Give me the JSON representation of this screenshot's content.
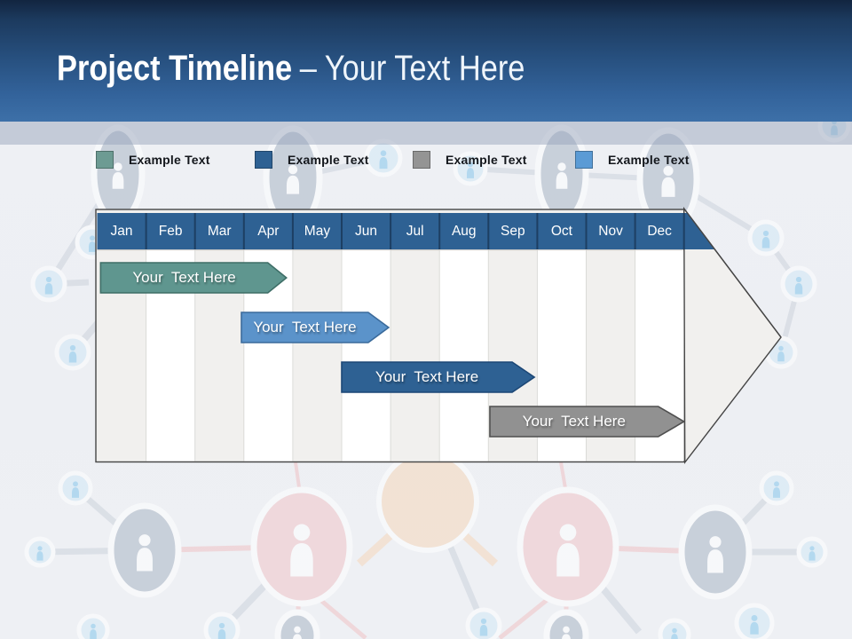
{
  "slide": {
    "title_main": "Project Timeline",
    "title_suffix": "– Your Text Here"
  },
  "legend": {
    "items": [
      {
        "label": "Example Text",
        "color": "#6d9b93"
      },
      {
        "label": "Example Text",
        "color": "#2e6193"
      },
      {
        "label": "Example Text",
        "color": "#949494"
      },
      {
        "label": "Example Text",
        "color": "#5b9bd5"
      }
    ]
  },
  "timeline": {
    "months": [
      "Jan",
      "Feb",
      "Mar",
      "Apr",
      "May",
      "Jun",
      "Jul",
      "Aug",
      "Sep",
      "Oct",
      "Nov",
      "Dec"
    ],
    "header_color": "#2e6193",
    "header_separator_color": "#1d3f63",
    "body_color": "#f1f0ee",
    "stripe_color": "#ffffff",
    "outline_color": "#454545",
    "arrow_direction": "right",
    "bars": [
      {
        "label": "Your  Text Here",
        "span": "Jan – Apr",
        "start_month": 0.07,
        "end_month": 3.87,
        "row": 0,
        "fill": "#5f968f",
        "stroke": "#3e6e67"
      },
      {
        "label": "Your  Text Here",
        "span": "Apr – Jun",
        "start_month": 2.95,
        "end_month": 5.96,
        "row": 1,
        "fill": "#5b93ca",
        "stroke": "#3a6a9b"
      },
      {
        "label": "Your  Text Here",
        "span": "Jun – Sep",
        "start_month": 5.0,
        "end_month": 8.94,
        "row": 2,
        "fill": "#2e6193",
        "stroke": "#1c4776"
      },
      {
        "label": "Your  Text Here",
        "span": "Sep – Dec",
        "start_month": 8.03,
        "end_month": 12.0,
        "row": 3,
        "fill": "#919191",
        "stroke": "#4f4f4f"
      }
    ]
  },
  "background": {
    "motif": "people-network-pattern"
  }
}
